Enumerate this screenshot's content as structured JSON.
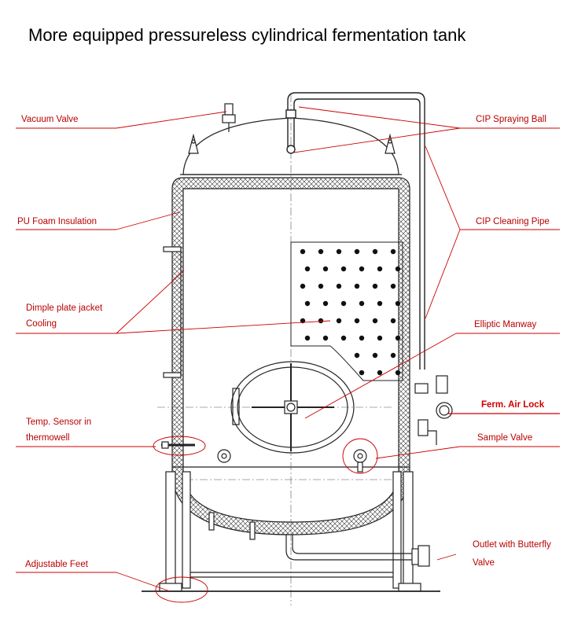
{
  "title": "More equipped pressureless cylindrical fermentation tank",
  "labels": {
    "vacuum_valve": "Vacuum Valve",
    "pu_foam": "PU Foam Insulation",
    "dimple_1": "Dimple plate jacket",
    "dimple_2": "Cooling",
    "temp_1": "Temp. Sensor in",
    "temp_2": "thermowell",
    "feet": "Adjustable Feet",
    "cip_ball": "CIP Spraying Ball",
    "cip_pipe": "CIP Cleaning Pipe",
    "manway": "Elliptic Manway",
    "air_lock": "Ferm. Air Lock",
    "sample": "Sample Valve",
    "outlet_1": "Outlet with Butterfly",
    "outlet_2": "Valve"
  },
  "colors": {
    "label": "#b80000",
    "leader": "#cc0000",
    "drawing": "#222222"
  }
}
